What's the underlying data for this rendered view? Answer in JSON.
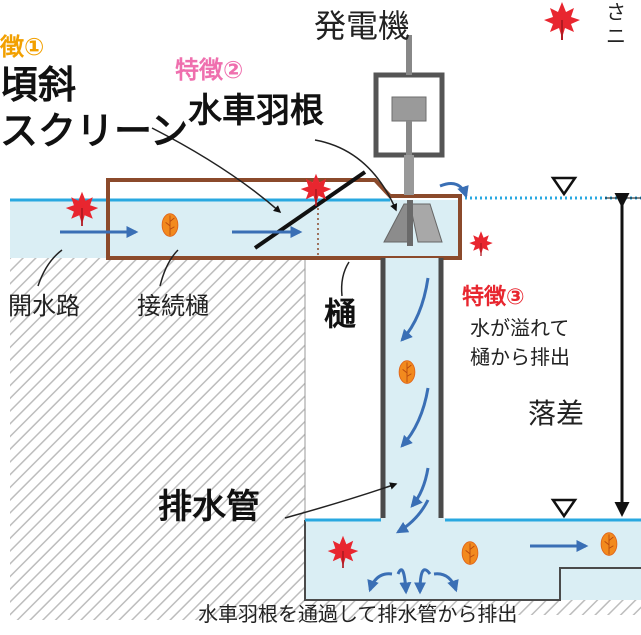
{
  "labels": {
    "generator": "発電機",
    "feature1_tag": "徴①",
    "feature1_line1": "頃斜",
    "feature1_line2": "スクリーン",
    "feature2_tag": "特徴②",
    "feature2_name": "水車羽根",
    "feature3_tag": "特徴③",
    "feature3_line1": "水が溢れて",
    "feature3_line2": "樋から排出",
    "open_channel": "開水路",
    "connecting_trough": "接続樋",
    "trough": "樋",
    "head": "落差",
    "drain_pipe": "排水管",
    "bottom_caption": "水車羽根を通過して排水管から排出",
    "top_right_line1": "さ",
    "top_right_line2": "ニ"
  },
  "icons": {
    "leaf_red": "maple-leaf-icon",
    "leaf_orange": "fallen-leaf-icon",
    "water_level": "water-level-triangle-icon"
  },
  "colors": {
    "water": "#daeef4",
    "water_surface": "#29a8e0",
    "trough_frame": "#8b4a2b",
    "arrow": "#3a6fb5",
    "feature_pink": "#ef6fae",
    "feature_red": "#e8262f",
    "feature_orange": "#f2a000"
  }
}
